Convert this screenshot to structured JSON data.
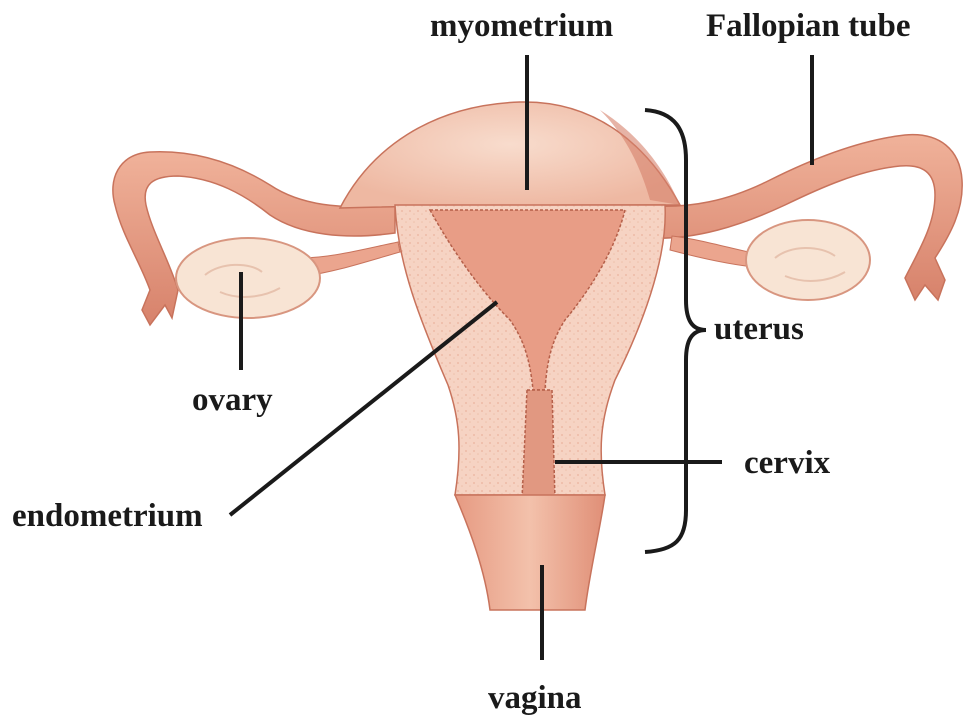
{
  "labels": {
    "myometrium": "myometrium",
    "fallopian_tube": "Fallopian tube",
    "uterus": "uterus",
    "ovary": "ovary",
    "cervix": "cervix",
    "endometrium": "endometrium",
    "vagina": "vagina"
  },
  "colors": {
    "tissue_light": "#f6d3c3",
    "tissue_mid": "#eaa992",
    "tissue_dark": "#d5806a",
    "cavity": "#e89d86",
    "ovary_fill": "#f8e4d4",
    "line": "#1a1a1a"
  }
}
